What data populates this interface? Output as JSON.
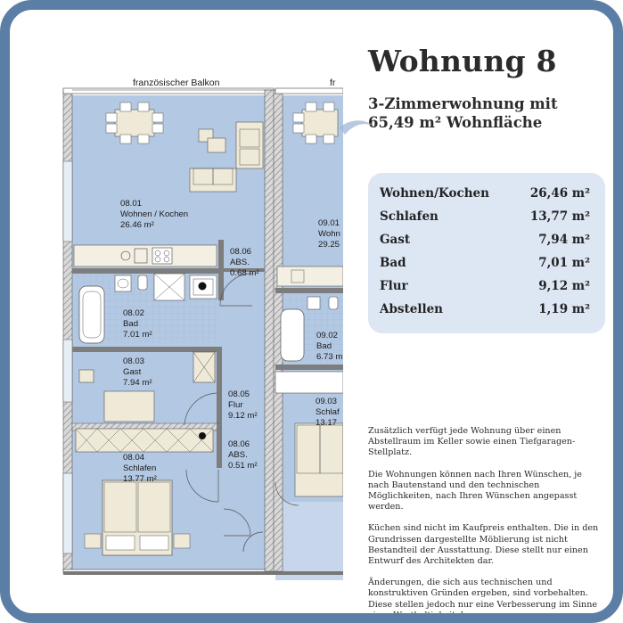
{
  "title": "Wohnung 8",
  "subtitle_line1": "3-Zimmerwohnung mit",
  "subtitle_line2": "65,49 m² Wohnfläche",
  "areas": [
    {
      "name": "Wohnen/Kochen",
      "value": "26,46 m²"
    },
    {
      "name": "Schlafen",
      "value": "13,77 m²"
    },
    {
      "name": "Gast",
      "value": "7,94 m²"
    },
    {
      "name": "Bad",
      "value": "7,01 m²"
    },
    {
      "name": "Flur",
      "value": "9,12 m²"
    },
    {
      "name": "Abstellen",
      "value": "1,19 m²"
    }
  ],
  "notes": [
    "Zusätzlich verfügt jede Wohnung über einen Abstellraum im Keller sowie einen Tiefgaragen-Stellplatz.",
    "Die Wohnungen können nach Ihren Wünschen, je nach Bautenstand und den technischen Möglichkeiten, nach Ihren Wünschen angepasst werden.",
    "Küchen sind nicht im Kaufpreis enthalten. Die in den Grundrissen dargestellte Möblierung ist nicht Bestandteil der Ausstattung. Diese stellt nur einen Entwurf des Architekten dar.",
    "Änderungen, die sich aus technischen und konstruktiven Gründen ergeben, sind vorbehalten. Diese stellen jedoch nur eine Verbesserung im Sinne einer Werthaltigkeit dar."
  ],
  "plan": {
    "balcony_label": "französischer Balkon",
    "balcony_label_cut": "fr",
    "rooms": {
      "wohnen": {
        "number": "08.01",
        "name": "Wohnen / Kochen",
        "area": "26.46 m²"
      },
      "abs1": {
        "number": "08.06",
        "name": "ABS.",
        "area": "0.68 m²"
      },
      "bad": {
        "number": "08.02",
        "name": "Bad",
        "area": "7.01 m²"
      },
      "gast": {
        "number": "08.03",
        "name": "Gast",
        "area": "7.94 m²"
      },
      "flur": {
        "number": "08.05",
        "name": "Flur",
        "area": "9.12 m²"
      },
      "abs2": {
        "number": "08.06",
        "name": "ABS.",
        "area": "0.51 m²"
      },
      "schlafen": {
        "number": "08.04",
        "name": "Schlafen",
        "area": "13.77 m²"
      },
      "n_wohn": {
        "number": "09.01",
        "name": "Wohn",
        "area": "29.25"
      },
      "n_bad": {
        "number": "09.02",
        "name": "Bad",
        "area": "6.73 m"
      },
      "n_schlaf": {
        "number": "09.03",
        "name": "Schlaf",
        "area": "13.17"
      }
    },
    "colors": {
      "floor": "#b3c8e2",
      "wall": "#8a8a8a",
      "wall_hatch": "#666666",
      "furniture": "#efe9d7"
    }
  }
}
